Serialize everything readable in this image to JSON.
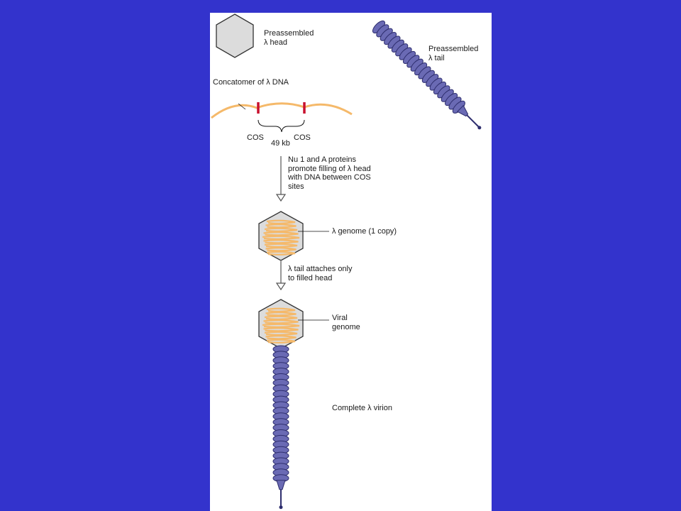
{
  "labels": {
    "head": "Preassembled\nλ head",
    "tail": "Preassembled\nλ tail",
    "concatomer": "Concatomer of λ DNA",
    "cos_left": "COS",
    "cos_right": "COS",
    "length": "49 kb",
    "step1": "Nu 1 and A proteins\npromote filling of λ head\nwith DNA between COS\nsites",
    "genome_copy": "λ genome (1 copy)",
    "step2": "λ tail attaches only\nto filled head",
    "viral_genome": "Viral\ngenome",
    "virion": "Complete λ virion"
  },
  "colors": {
    "background": "#3333cc",
    "panel": "#ffffff",
    "dna": "#f5b96a",
    "cos_marker": "#c8102e",
    "tail": "#6a6ab4",
    "tail_stroke": "#2e2e6e",
    "head_fill": "#dcdcdc",
    "head_stroke": "#333333"
  }
}
